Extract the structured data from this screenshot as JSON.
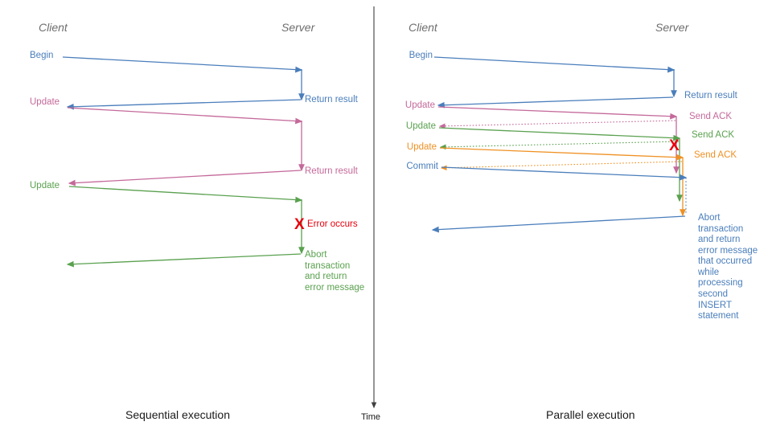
{
  "colors": {
    "blue": "#4a7ebb",
    "pink": "#c4699a",
    "green": "#5aa14f",
    "orange": "#ef9123",
    "red": "#e8000d",
    "actor": "#6e6e6e",
    "axis": "#3f3f3f",
    "text": "#1a1a1a"
  },
  "left_panel": {
    "caption": "Sequential execution",
    "client_label": "Client",
    "server_label": "Server",
    "messages": [
      {
        "id": "begin",
        "label": "Begin",
        "color": "blue"
      },
      {
        "id": "update1",
        "label": "Update",
        "color": "pink"
      },
      {
        "id": "update2",
        "label": "Update",
        "color": "green"
      }
    ],
    "server_notes": [
      {
        "id": "return-result-1",
        "label": "Return result",
        "color": "blue"
      },
      {
        "id": "return-result-2",
        "label": "Return result",
        "color": "pink"
      },
      {
        "id": "error-occurs",
        "label": "Error occurs",
        "color": "red"
      },
      {
        "id": "abort-note",
        "label": "Abort\ntransaction\nand return\nerror message",
        "color": "green"
      }
    ],
    "error_marker": "X"
  },
  "right_panel": {
    "caption": "Parallel execution",
    "client_label": "Client",
    "server_label": "Server",
    "messages": [
      {
        "id": "begin",
        "label": "Begin",
        "color": "blue"
      },
      {
        "id": "update1",
        "label": "Update",
        "color": "pink"
      },
      {
        "id": "update2",
        "label": "Update",
        "color": "green"
      },
      {
        "id": "update3",
        "label": "Update",
        "color": "orange"
      },
      {
        "id": "commit",
        "label": "Commit",
        "color": "blue"
      }
    ],
    "server_notes": [
      {
        "id": "return-result",
        "label": "Return result",
        "color": "blue"
      },
      {
        "id": "send-ack-1",
        "label": "Send ACK",
        "color": "pink"
      },
      {
        "id": "send-ack-2",
        "label": "Send ACK",
        "color": "green"
      },
      {
        "id": "send-ack-3",
        "label": "Send ACK",
        "color": "orange"
      },
      {
        "id": "abort-note",
        "label": "Abort\ntransaction\nand return\nerror message\nthat occurred\nwhile\nprocessing\nsecond\nINSERT\nstatement",
        "color": "blue"
      }
    ],
    "error_marker": "X"
  },
  "time_axis": {
    "label": "Time"
  }
}
